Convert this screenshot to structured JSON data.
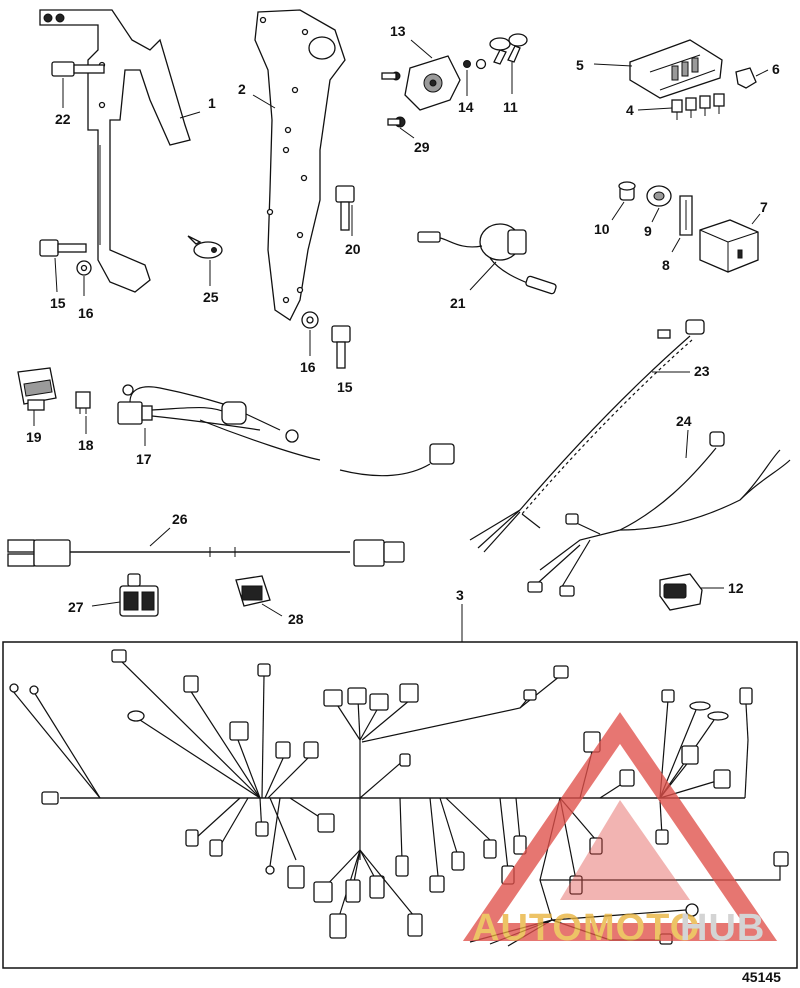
{
  "callouts": {
    "n1": "1",
    "n2": "2",
    "n3": "3",
    "n4": "4",
    "n5": "5",
    "n6": "6",
    "n7": "7",
    "n8": "8",
    "n9": "9",
    "n10": "10",
    "n11": "11",
    "n12": "12",
    "n13": "13",
    "n14": "14",
    "n15a": "15",
    "n15b": "15",
    "n16a": "16",
    "n16b": "16",
    "n17": "17",
    "n18": "18",
    "n19": "19",
    "n20": "20",
    "n21": "21",
    "n22": "22",
    "n23": "23",
    "n24": "24",
    "n25": "25",
    "n26": "26",
    "n27": "27",
    "n28": "28",
    "n29": "29"
  },
  "watermark": {
    "part1": "AUTOMOTO",
    "part2": "HUB",
    "color_primary": "#e0504a",
    "color_secondary": "#e8b33c"
  },
  "document_number": "45145",
  "colors": {
    "line": "#111111",
    "background": "#ffffff"
  }
}
